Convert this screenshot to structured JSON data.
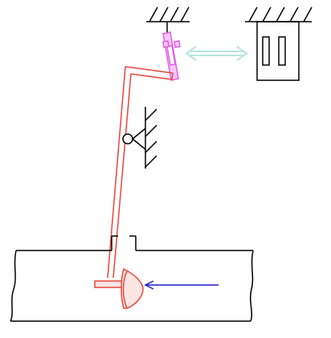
{
  "diagram": {
    "colors": {
      "background": "#ffffff",
      "structure": "#000000",
      "lever": "#e8453c",
      "valve": "#e060e0",
      "signal_arrow": "#b8e6da",
      "flow_arrow": "#1a1acc"
    },
    "elements": [
      {
        "name": "ceiling-mount-left",
        "type": "fixed support",
        "icon": "hatched-ground-icon"
      },
      {
        "name": "ceiling-mount-right",
        "type": "fixed support",
        "icon": "hatched-ground-icon"
      },
      {
        "name": "valve-plunger",
        "type": "sliding valve",
        "icon": "valve-icon"
      },
      {
        "name": "switch-box",
        "type": "contact housing",
        "icon": "double-contact-icon"
      },
      {
        "name": "signal-arrow",
        "type": "bidirectional arrow",
        "icon": "double-arrow-icon"
      },
      {
        "name": "lever-arm",
        "type": "pivoting lever",
        "icon": "lever-icon"
      },
      {
        "name": "pivot-point",
        "type": "hinge",
        "icon": "pivot-icon"
      },
      {
        "name": "wall-bracket",
        "type": "fixed wall support",
        "icon": "hatched-wall-icon"
      },
      {
        "name": "pipe",
        "type": "flow channel",
        "icon": "pipe-icon"
      },
      {
        "name": "paddle-vane",
        "type": "flow vane",
        "icon": "vane-icon"
      },
      {
        "name": "flow-direction-arrow",
        "type": "flow direction",
        "icon": "arrow-left-icon"
      }
    ]
  }
}
